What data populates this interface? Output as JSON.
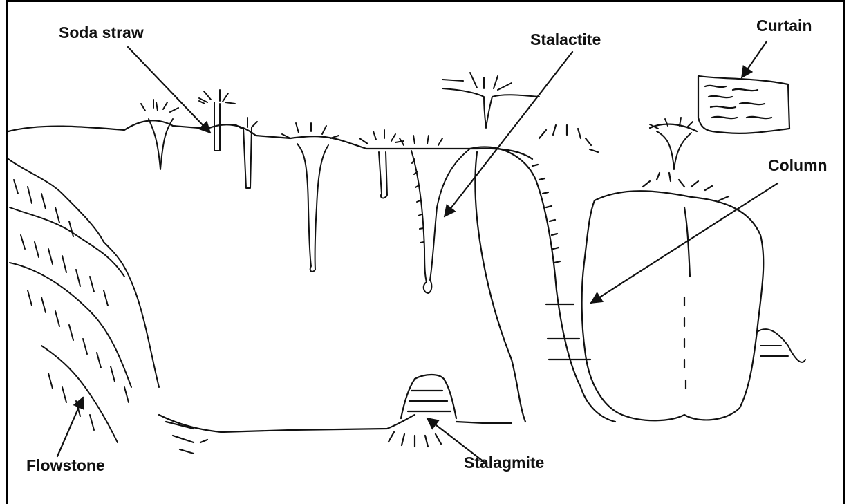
{
  "labels": {
    "soda_straw": "Soda straw",
    "stalactite": "Stalactite",
    "curtain": "Curtain",
    "column": "Column",
    "flowstone": "Flowstone",
    "stalagmite": "Stalagmite"
  },
  "colors": {
    "ink": "#111111",
    "background": "#ffffff",
    "frame": "#000000"
  }
}
